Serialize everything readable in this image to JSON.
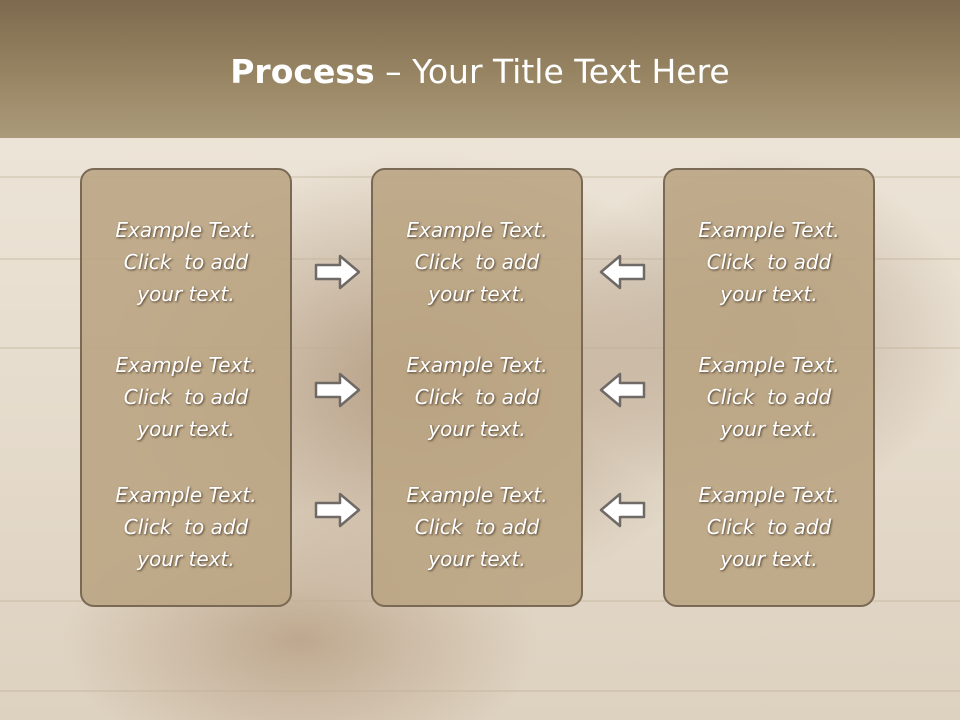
{
  "slide": {
    "title_bold": "Process",
    "title_rest": " – Your Title Text Here",
    "columns": [
      {
        "items": [
          {
            "line1": "Example Text.",
            "line2": "Click  to add",
            "line3": "your text."
          },
          {
            "line1": "Example Text.",
            "line2": "Click  to add",
            "line3": "your text."
          },
          {
            "line1": "Example Text.",
            "line2": "Click  to add",
            "line3": "your text."
          }
        ]
      },
      {
        "items": [
          {
            "line1": "Example Text.",
            "line2": "Click  to add",
            "line3": "your text."
          },
          {
            "line1": "Example Text.",
            "line2": "Click  to add",
            "line3": "your text."
          },
          {
            "line1": "Example Text.",
            "line2": "Click  to add",
            "line3": "your text."
          }
        ]
      },
      {
        "items": [
          {
            "line1": "Example Text.",
            "line2": "Click  to add",
            "line3": "your text."
          },
          {
            "line1": "Example Text.",
            "line2": "Click  to add",
            "line3": "your text."
          },
          {
            "line1": "Example Text.",
            "line2": "Click  to add",
            "line3": "your text."
          }
        ]
      }
    ],
    "arrows": {
      "left": [
        "right-arrow-icon",
        "right-arrow-icon",
        "right-arrow-icon"
      ],
      "right": [
        "left-arrow-icon",
        "left-arrow-icon",
        "left-arrow-icon"
      ]
    }
  },
  "colors": {
    "header": "#93805f",
    "box_fill": "#b9a482",
    "box_border": "#7a6a55",
    "text": "#ffffff"
  }
}
